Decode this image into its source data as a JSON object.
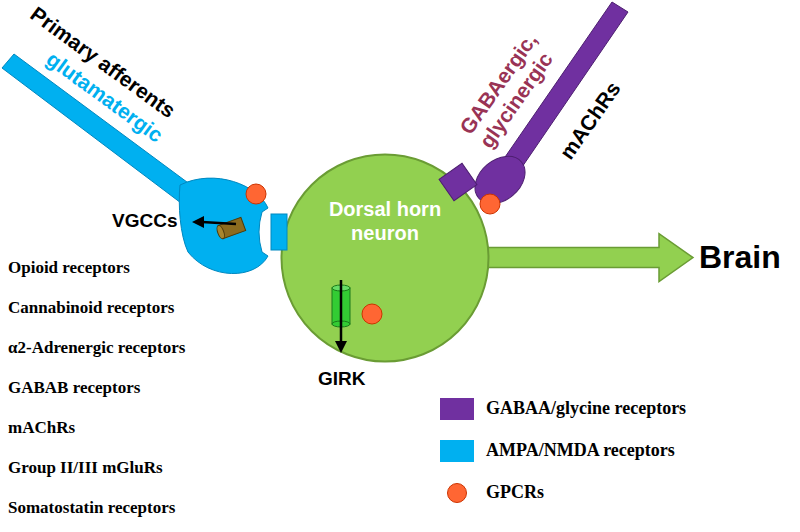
{
  "diagram": {
    "nodes": [
      {
        "text": [
          "Dorsal horn neuron"
        ]
      },
      {
        "text": [
          "Brain"
        ]
      }
    ],
    "edges": [
      {
        "from": 0,
        "to": 1,
        "arrow": "to"
      }
    ],
    "labels": [
      "Primary afferents",
      "glutamatergic",
      "GABAergic, glycinergic",
      "mAChRs",
      "VGCCs",
      "GIRK",
      "Opioid receptors",
      "Cannabinoid receptors",
      "α2-Adrenergic receptors",
      "GABAB receptors",
      "mAChRs",
      "Group II/III mGluRs",
      "Somatostatin receptors"
    ],
    "legend": [
      {
        "text": "GABAA/glycine receptors",
        "color": "#7030a0"
      },
      {
        "text": "AMPA/NMDA receptors",
        "color": "#00b0f0"
      },
      {
        "text": "GPCRs",
        "color": "#ff6633"
      }
    ]
  }
}
